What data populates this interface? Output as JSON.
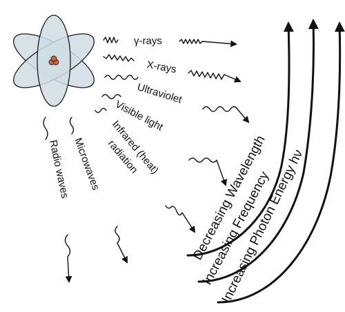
{
  "rays": {
    "gamma": "γ-rays",
    "xrays": "X-rays",
    "ultraviolet": "Ultraviolet",
    "visible": "Visible light",
    "infrared_line1": "Infrared (heat)",
    "infrared_line2": "radiation",
    "microwaves": "Microwaves",
    "radio": "Radio waves"
  },
  "trends": {
    "wavelength": "Decreasing Wavelength",
    "frequency": "Increasing Frequency",
    "energy": "Increasing Photon Energy hν"
  },
  "colors": {
    "atom_fill": "#cfdde4",
    "atom_stroke": "#1a1a1a",
    "nucleus": "#c8643c",
    "ink": "#111111"
  }
}
